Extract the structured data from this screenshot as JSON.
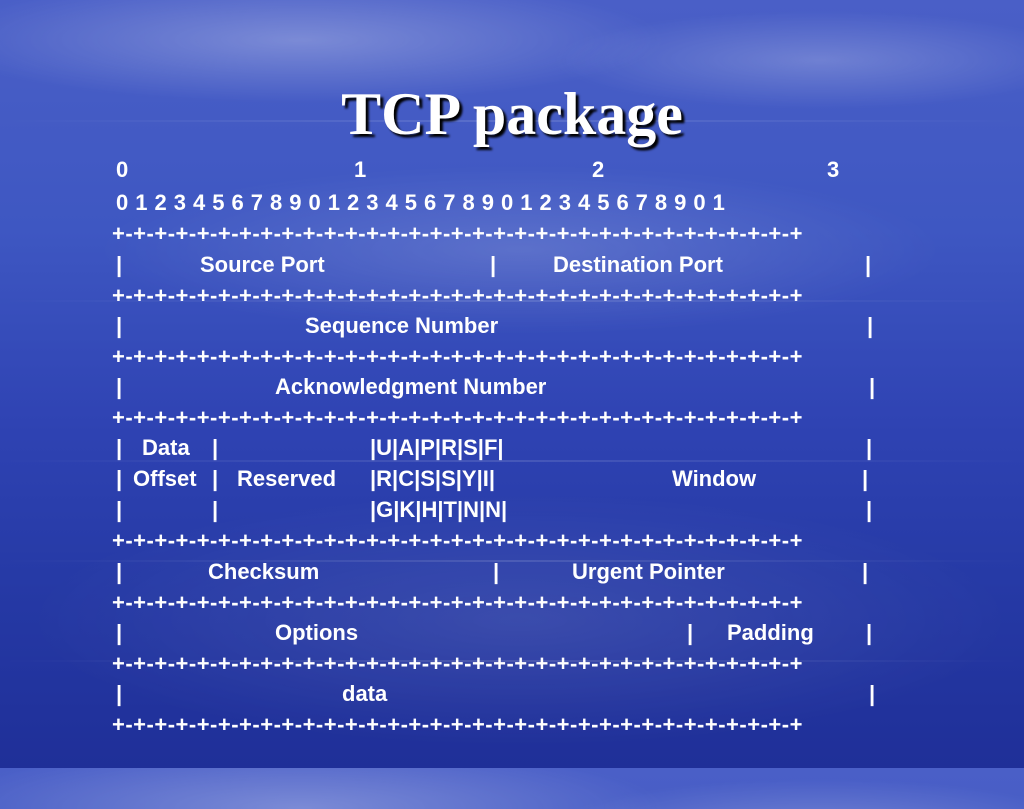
{
  "slide": {
    "title": "TCP package",
    "header_row1": [
      "0",
      "1",
      "2",
      "3"
    ],
    "header_row2": "0 1 2 3 4 5 6 7 8 9 0 1 2 3 4 5 6 7 8 9 0 1 2 3 4 5 6 7 8 9 0 1",
    "border": "+-+-+-+-+-+-+-+-+-+-+-+-+-+-+-+-+-+-+-+-+-+-+-+-+-+-+-+-+-+-+-+-+",
    "bar": "|",
    "row_source_dest": {
      "source_port": "Source Port",
      "destination_port": "Destination Port"
    },
    "row_sequence": {
      "label": "Sequence Number"
    },
    "row_ack": {
      "label": "Acknowledgment Number"
    },
    "row_flags_1": {
      "data": "Data",
      "flags": "|U|A|P|R|S|F|"
    },
    "row_flags_2": {
      "offset": "Offset",
      "reserved": "Reserved",
      "flags": "|R|C|S|S|Y|I|",
      "window": "Window"
    },
    "row_flags_3": {
      "flags": "|G|K|H|T|N|N|"
    },
    "row_checksum": {
      "checksum": "Checksum",
      "urgent_pointer": "Urgent Pointer"
    },
    "row_options": {
      "options": "Options",
      "padding": "Padding"
    },
    "row_data": {
      "label": "data"
    }
  }
}
